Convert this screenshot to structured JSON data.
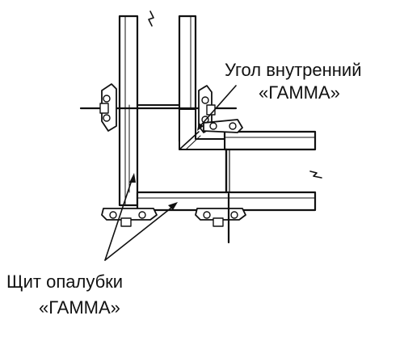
{
  "diagram": {
    "labels": {
      "inner_corner_line1": "Угол внутренний",
      "inner_corner_line2": "«ГАММА»",
      "panel_line1": "Щит опалубки",
      "panel_line2": "«ГАММА»"
    },
    "colors": {
      "line": "#111111",
      "background": "#ffffff"
    }
  }
}
